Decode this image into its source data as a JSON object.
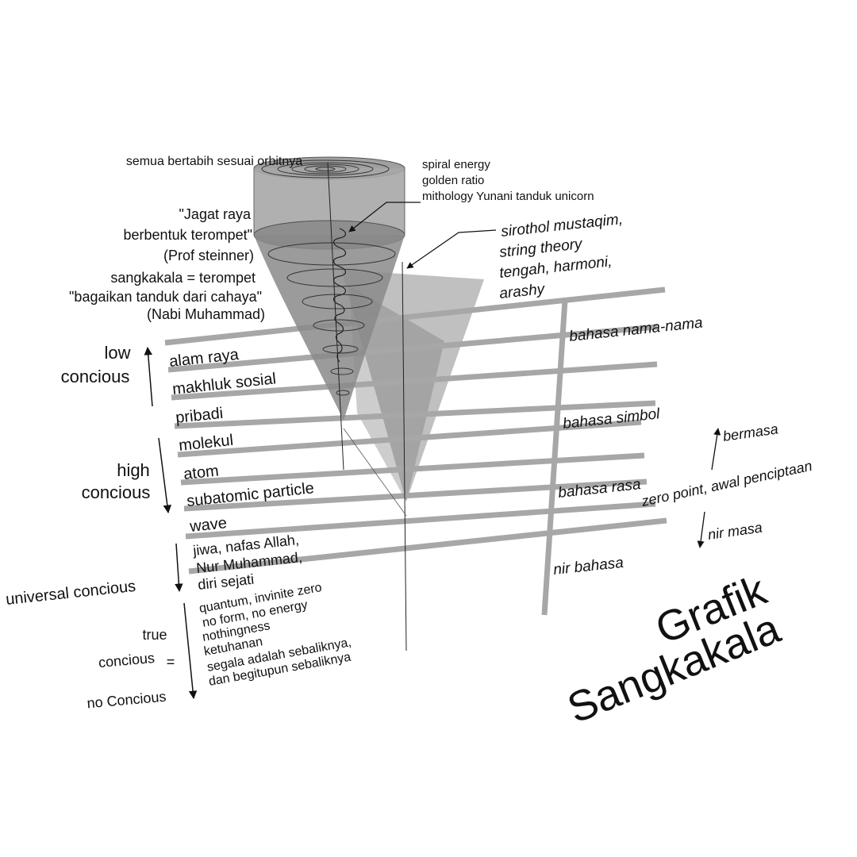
{
  "top_caption": "semua bertabih sesuai orbitnya",
  "spiral_note": [
    "spiral energy",
    "golden ratio",
    "mithology Yunani  tanduk unicorn"
  ],
  "steiner_quote": [
    "\"Jagat raya",
    "berbentuk terompet\"",
    "(Prof steinner)"
  ],
  "hadith_quote": [
    "sangkakala =  terompet",
    "\"bagaikan tanduk dari cahaya\"",
    "(Nabi Muhammad)"
  ],
  "sirothol": [
    "sirothol mustaqim,",
    "string theory",
    "tengah, harmoni,",
    "arashy"
  ],
  "levels": {
    "alam_raya": "alam raya",
    "makhluk_sosial": "makhluk sosial",
    "pribadi": "pribadi",
    "molekul": "molekul",
    "atom": "atom",
    "subatomic": "subatomic particle",
    "wave": "wave",
    "jiwa": [
      "jiwa, nafas Allah,",
      "Nur Muhammad,",
      "diri sejati"
    ],
    "quantum": [
      "quantum, invinite zero",
      "no form, no energy",
      "nothingness",
      "ketuhanan",
      "segala adalah sebaliknya,",
      "dan begitupun sebaliknya"
    ]
  },
  "consciousness": {
    "low": [
      "low",
      "concious"
    ],
    "high": [
      "high",
      "concious"
    ],
    "universal": "universal concious",
    "true": [
      "true",
      "concious",
      "=",
      "no Concious"
    ]
  },
  "language": {
    "nama": "bahasa nama-nama",
    "simbol": "bahasa simbol",
    "rasa": "bahasa rasa",
    "nir": "nir bahasa"
  },
  "time": {
    "bermasa": "bermasa",
    "zero_point": "zero point, awal penciptaan",
    "nir_masa": "nir masa"
  },
  "title": [
    "Grafik",
    "Sangkakala"
  ]
}
